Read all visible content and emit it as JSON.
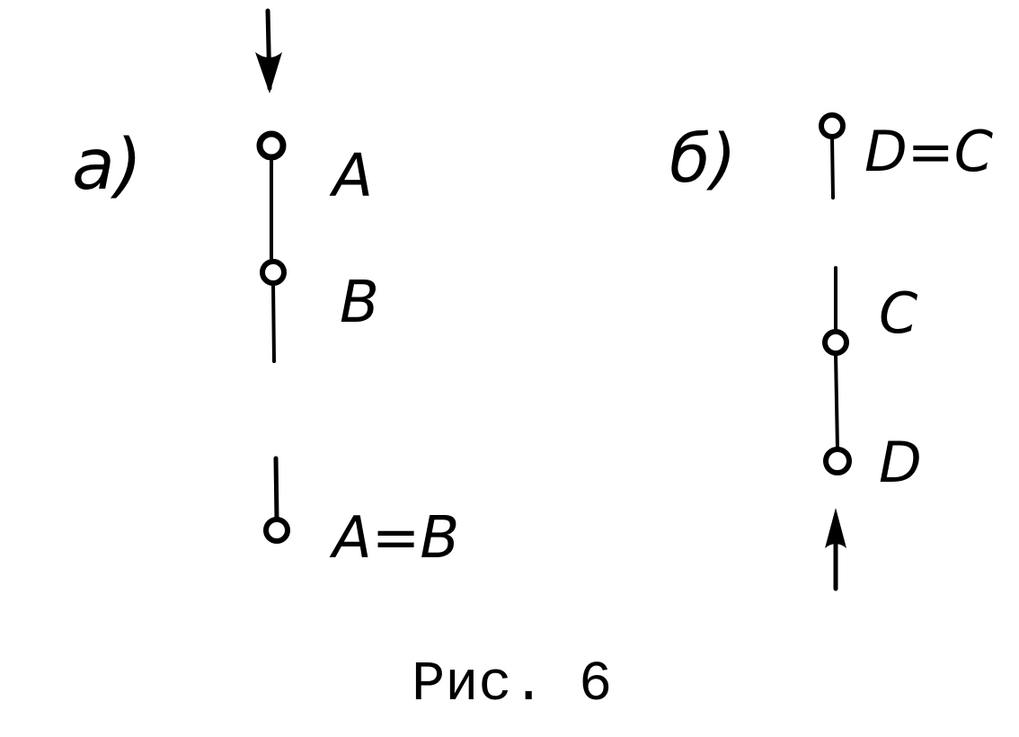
{
  "panel_a": {
    "label": "a)",
    "node_a": "A",
    "node_b": "B",
    "merged": "A=B"
  },
  "panel_b": {
    "label": "б)",
    "merged": "D=C",
    "node_c": "C",
    "node_d": "D"
  },
  "caption": "Рис. 6"
}
